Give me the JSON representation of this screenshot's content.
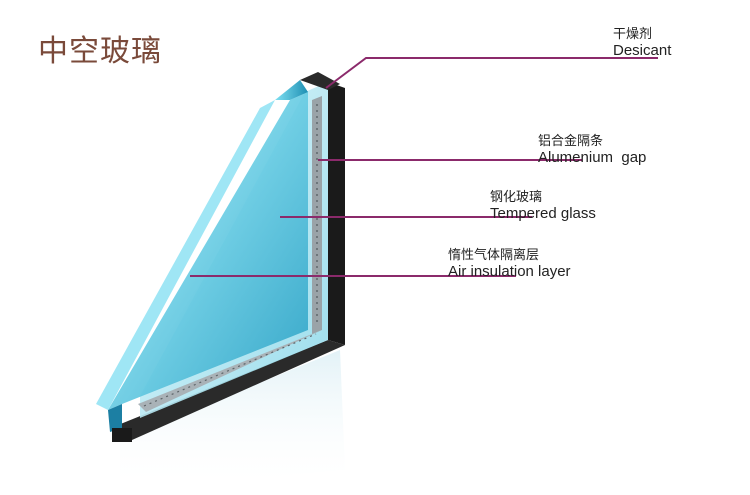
{
  "title": "中空玻璃",
  "labels": {
    "desicant": {
      "zh": "干燥剂",
      "en": "Desicant"
    },
    "gap": {
      "zh": "铝合金隔条",
      "en": "Alumenium  gap"
    },
    "glass": {
      "zh": "钢化玻璃",
      "en": "Tempered glass"
    },
    "air": {
      "zh": "惰性气体隔离层",
      "en": "Air insulation layer"
    }
  },
  "colors": {
    "title": "#7a4a3a",
    "leader": "#8b2a6b",
    "glass": "#5ec8e0",
    "frame": "#1a1a1a",
    "spacer": "#9aa3a8"
  }
}
